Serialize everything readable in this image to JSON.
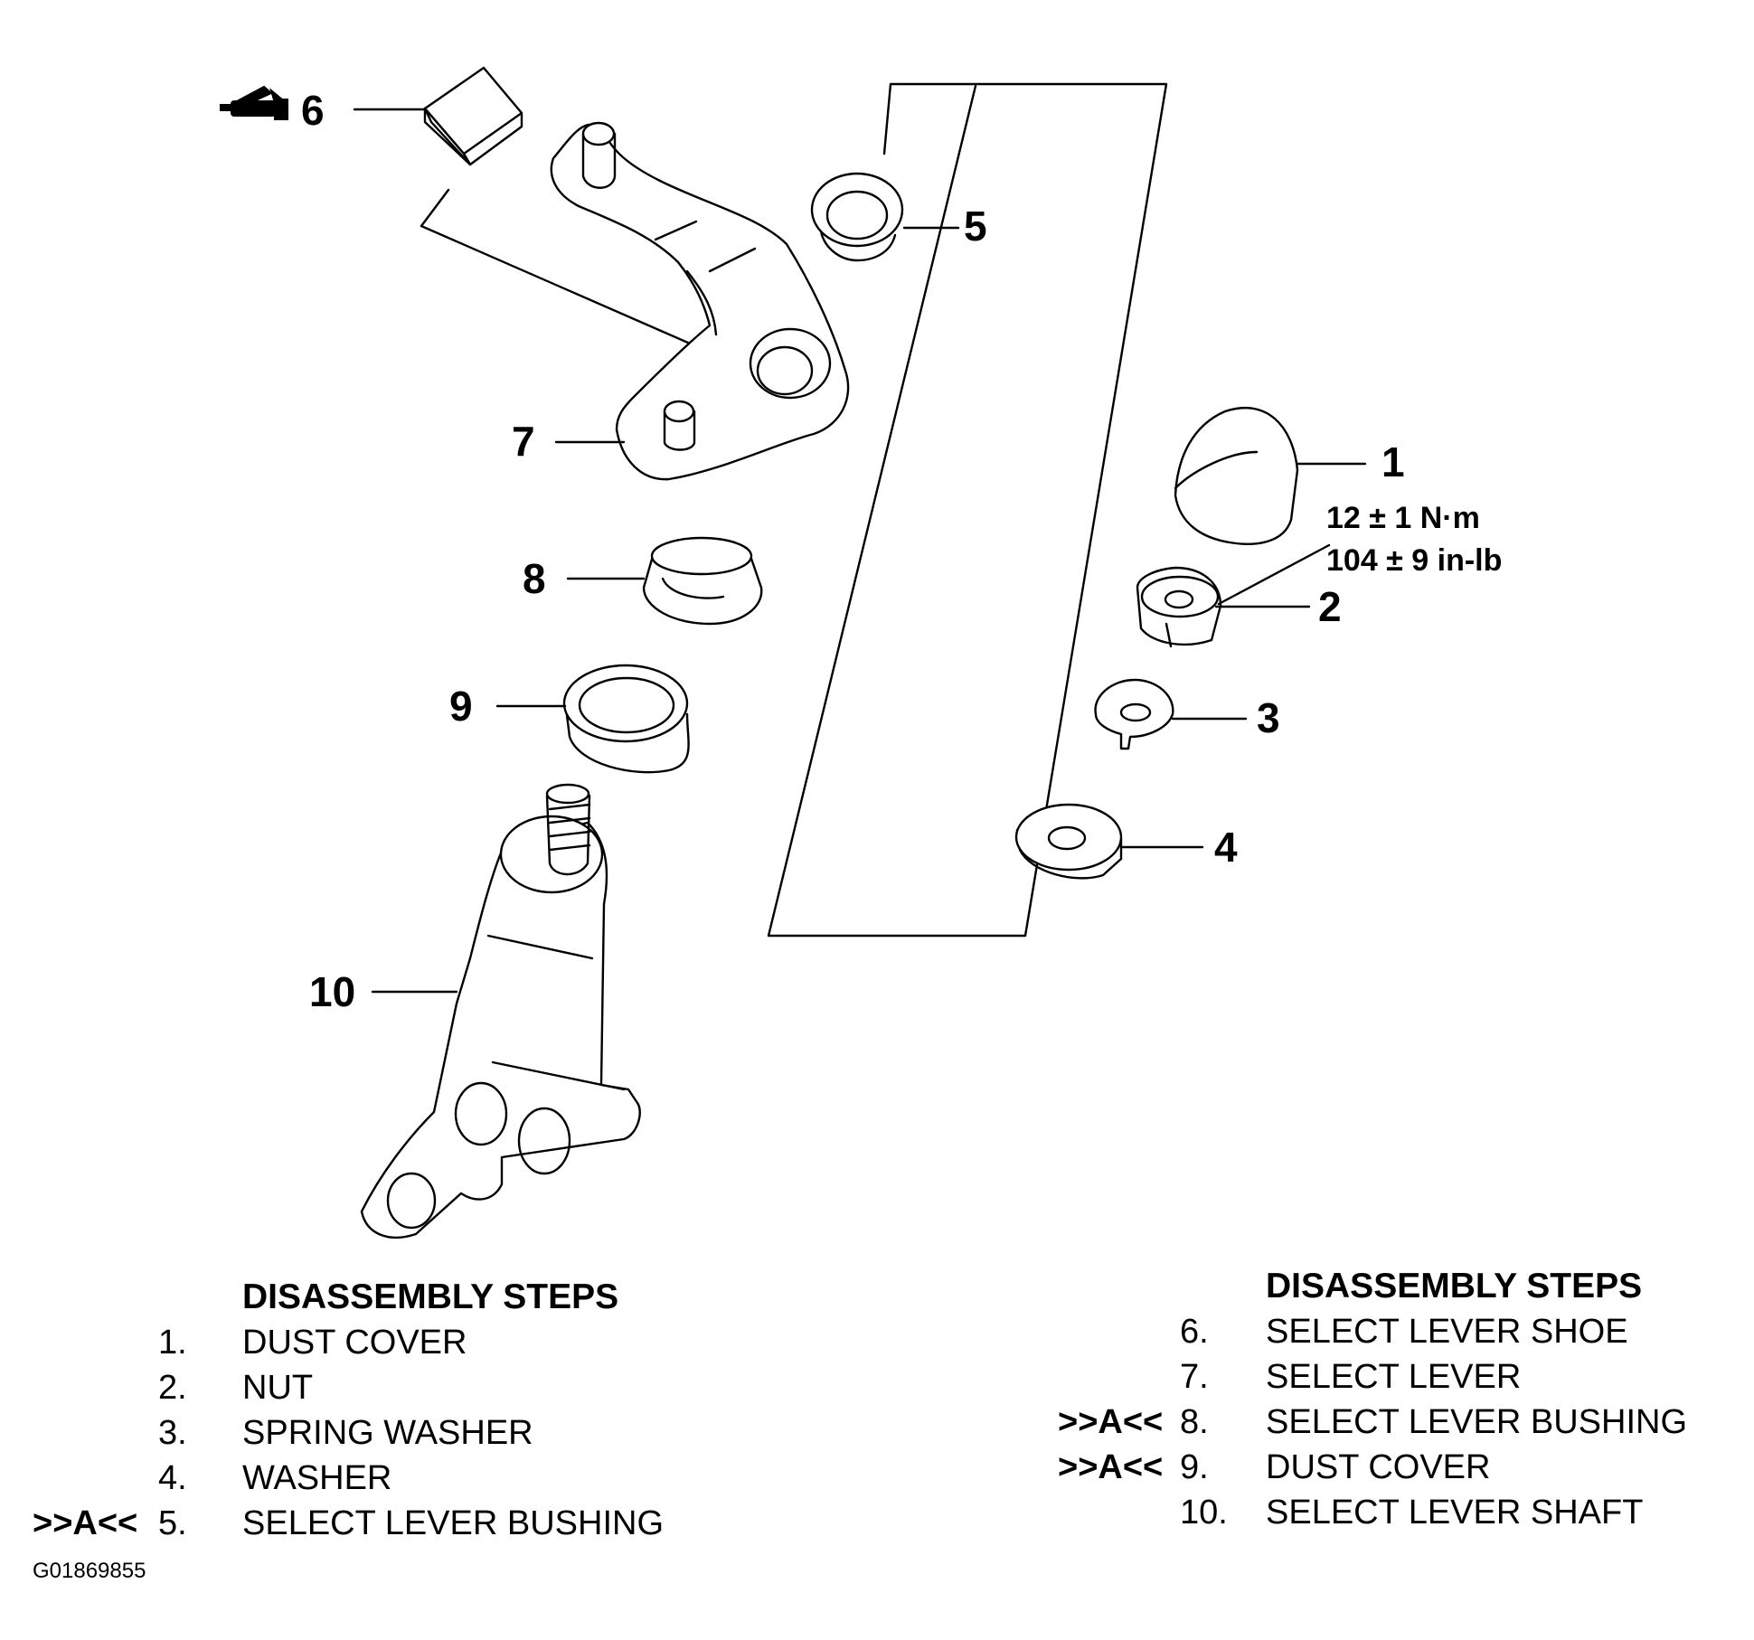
{
  "callouts": {
    "c1": "1",
    "c2": "2",
    "c3": "3",
    "c4": "4",
    "c5": "5",
    "c6": "6",
    "c7": "7",
    "c8": "8",
    "c9": "9",
    "c10": "10"
  },
  "torque": {
    "metric": "12 ± 1 N·m",
    "imperial": "104 ± 9 in-lb"
  },
  "icons": {
    "grease": "grease-gun-icon"
  },
  "left_steps": {
    "title": "DISASSEMBLY STEPS",
    "items": [
      {
        "mark": "",
        "num": "1.",
        "label": "DUST COVER"
      },
      {
        "mark": "",
        "num": "2.",
        "label": "NUT"
      },
      {
        "mark": "",
        "num": "3.",
        "label": "SPRING WASHER"
      },
      {
        "mark": "",
        "num": "4.",
        "label": "WASHER"
      },
      {
        "mark": ">>A<<",
        "num": "5.",
        "label": "SELECT LEVER BUSHING"
      }
    ]
  },
  "right_steps": {
    "title": "DISASSEMBLY STEPS",
    "items": [
      {
        "mark": "",
        "num": "6.",
        "label": "SELECT LEVER SHOE"
      },
      {
        "mark": "",
        "num": "7.",
        "label": "SELECT LEVER"
      },
      {
        "mark": ">>A<<",
        "num": "8.",
        "label": "SELECT LEVER BUSHING"
      },
      {
        "mark": ">>A<<",
        "num": "9.",
        "label": "DUST COVER"
      },
      {
        "mark": "",
        "num": "10.",
        "label": "SELECT LEVER SHAFT"
      }
    ]
  },
  "figure_id": "G01869855"
}
